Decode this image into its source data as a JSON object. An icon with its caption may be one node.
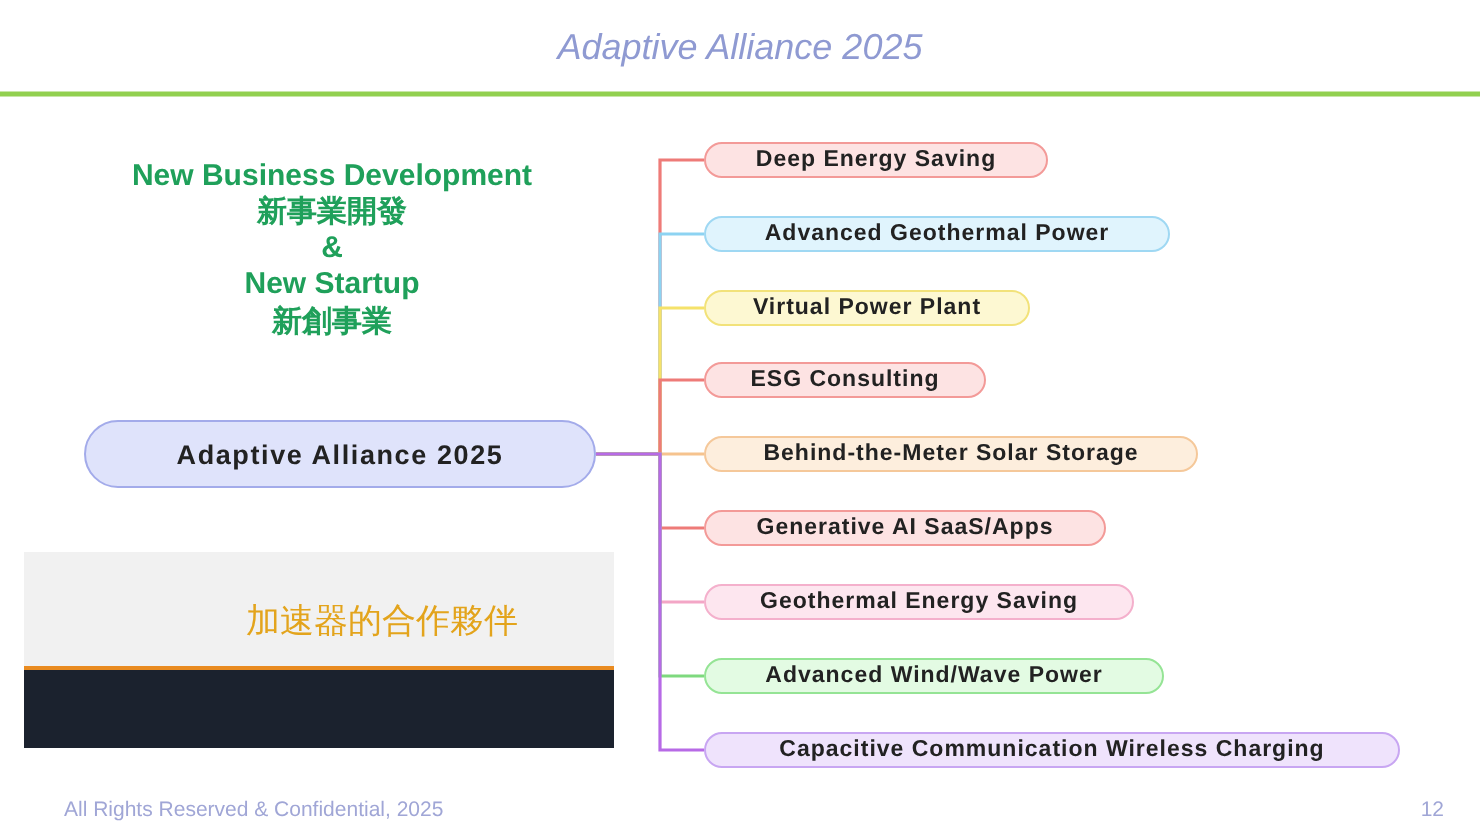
{
  "diagram": {
    "title": "Adaptive Alliance 2025",
    "nodes": [
      {
        "text": [
          "Adaptive Alliance 2025"
        ]
      },
      {
        "text": [
          "Deep Energy Saving"
        ]
      },
      {
        "text": [
          "Advanced Geothermal Power"
        ]
      },
      {
        "text": [
          "Virtual Power Plant"
        ]
      },
      {
        "text": [
          "ESG Consulting"
        ]
      },
      {
        "text": [
          "Behind-the-Meter Solar Storage"
        ]
      },
      {
        "text": [
          "Generative AI SaaS/Apps"
        ]
      },
      {
        "text": [
          "Geothermal Energy Saving"
        ]
      },
      {
        "text": [
          "Advanced Wind/Wave Power"
        ]
      },
      {
        "text": [
          "Capacitive Communication Wireless Charging"
        ]
      }
    ],
    "edges": [
      {
        "from": 0,
        "to": 1,
        "arrow": "none",
        "color": "#ee7b78"
      },
      {
        "from": 0,
        "to": 2,
        "arrow": "none",
        "color": "#8dd3f2"
      },
      {
        "from": 0,
        "to": 3,
        "arrow": "none",
        "color": "#f5e26a"
      },
      {
        "from": 0,
        "to": 4,
        "arrow": "none",
        "color": "#ee7b78"
      },
      {
        "from": 0,
        "to": 5,
        "arrow": "none",
        "color": "#f6c38e"
      },
      {
        "from": 0,
        "to": 6,
        "arrow": "none",
        "color": "#ee7b78"
      },
      {
        "from": 0,
        "to": 7,
        "arrow": "none",
        "color": "#f3a6c6"
      },
      {
        "from": 0,
        "to": 8,
        "arrow": "none",
        "color": "#7ed97e"
      },
      {
        "from": 0,
        "to": 9,
        "arrow": "none",
        "color": "#b76ae6"
      }
    ],
    "labels": [
      "New Business Development",
      "新事業開發",
      "&",
      "New Startup",
      "新創事業",
      "加速器的合作夥伴",
      "All Rights Reserved & Confidential, 2025",
      "12"
    ]
  }
}
